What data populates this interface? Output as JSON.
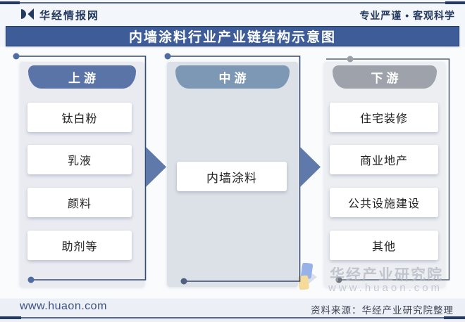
{
  "header": {
    "brand": "华经情报网",
    "tagline": "专业严谨 • 客观科学",
    "logo_icon": "huajing-logo-icon"
  },
  "title": "内墙涂料行业产业链结构示意图",
  "diagram": {
    "columns": [
      {
        "label": "上游",
        "items": [
          "钛白粉",
          "乳液",
          "颜料",
          "助剂等"
        ]
      },
      {
        "label": "中游",
        "items": [
          "内墙涂料"
        ]
      },
      {
        "label": "下游",
        "items": [
          "住宅装修",
          "商业地产",
          "公共设施建设",
          "其他"
        ]
      }
    ],
    "arrow_icons": [
      "upstream-to-midstream-arrow",
      "midstream-to-downstream-arrow"
    ]
  },
  "watermark": {
    "name": "华经产业研究院",
    "site": "www.huaon.com"
  },
  "footer": {
    "site": "www.huaon.com",
    "source": "资料来源：华经产业研究院整理"
  },
  "colors": {
    "navy": "#24395F",
    "title_bar": "#3D5C98",
    "upstream_header": "#5A74A7",
    "midstream_header": "#7D98B4",
    "downstream_header": "#9EA3AB",
    "arrow": "#5F79AB",
    "frame_line": "#36496F",
    "panel_upstream": "#E9EBF1",
    "panel_midstream": "#DCE0E7",
    "panel_downstream": "#ECEEF2"
  }
}
